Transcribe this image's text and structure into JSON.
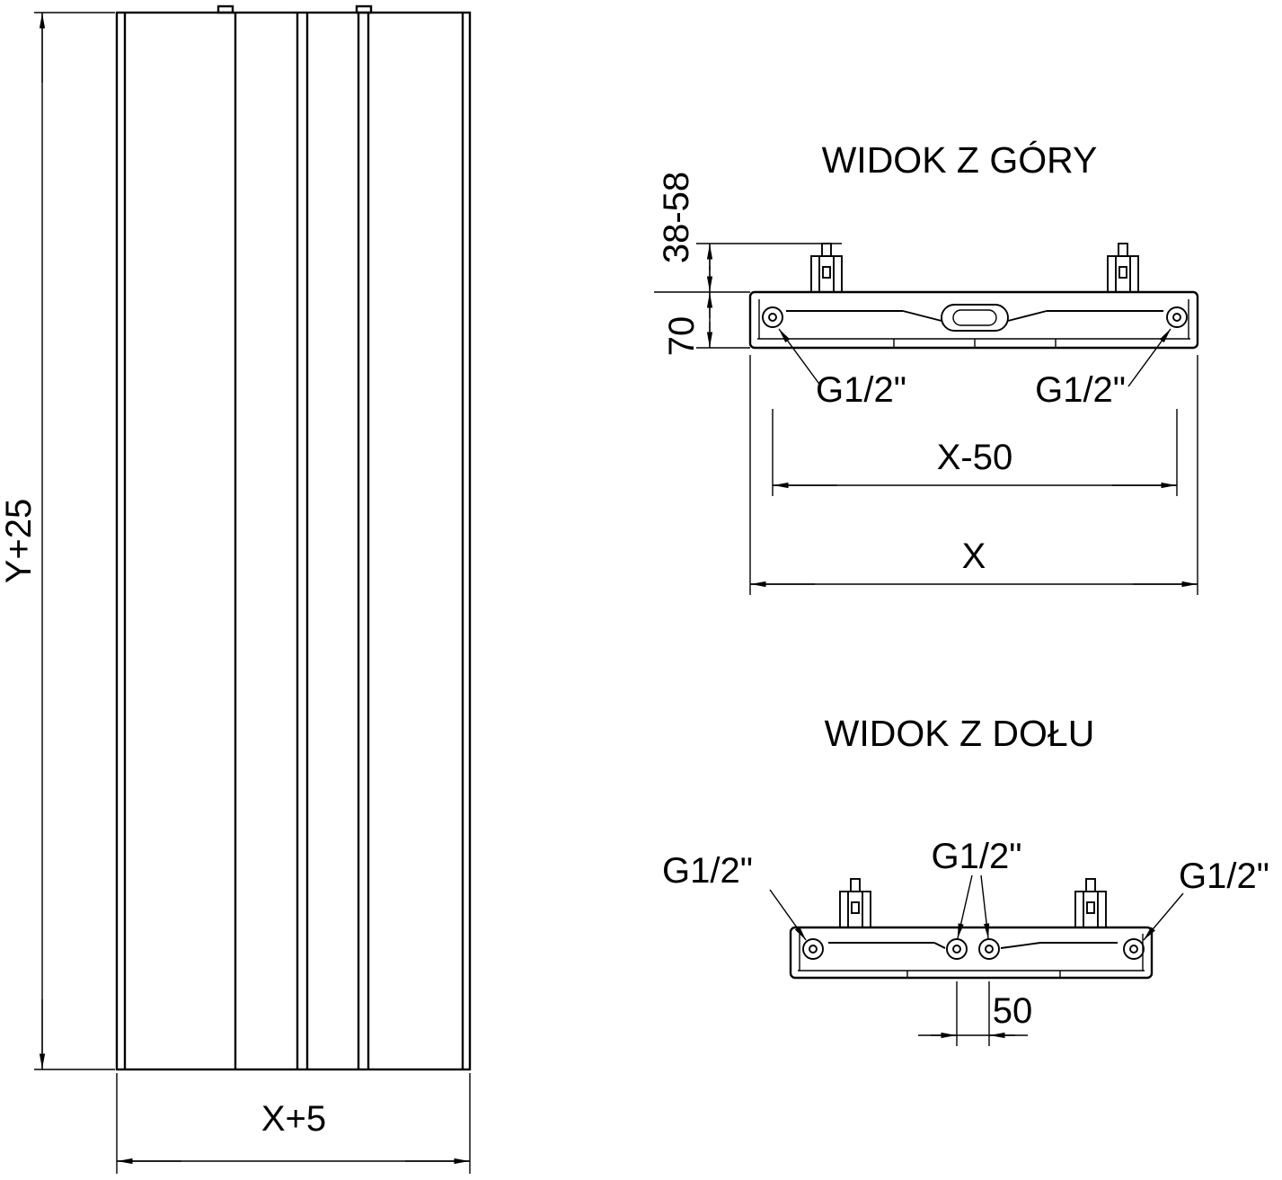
{
  "front_view": {
    "height_dim": "Y+25",
    "width_dim": "X+5"
  },
  "top_view": {
    "title": "WIDOK Z GÓRY",
    "bracket_depth_dim": "38-58",
    "body_depth_dim": "70",
    "connection_left": "G1/2\"",
    "connection_right": "G1/2\"",
    "connection_spacing_dim": "X-50",
    "overall_width_dim": "X"
  },
  "bottom_view": {
    "title": "WIDOK Z DOŁU",
    "connection_left": "G1/2\"",
    "connection_center": "G1/2\"",
    "connection_right": "G1/2\"",
    "center_spacing_dim": "50"
  },
  "colors": {
    "line": "#000000",
    "background": "#ffffff"
  }
}
